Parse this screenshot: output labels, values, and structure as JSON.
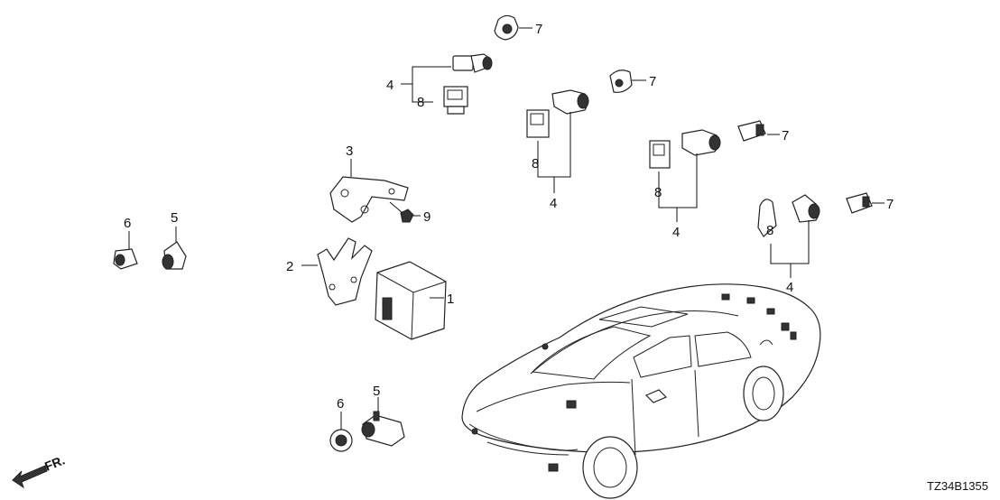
{
  "diagram": {
    "code": "TZ34B1355",
    "direction_label": "FR.",
    "callouts": {
      "c1": "1",
      "c2": "2",
      "c3": "3",
      "c9": "9",
      "c5a": "5",
      "c6a": "6",
      "c5b": "5",
      "c6b": "6",
      "c7a": "7",
      "c7b": "7",
      "c7c": "7",
      "c7d": "7",
      "c4a": "4",
      "c8a": "8",
      "c4b": "4",
      "c8b": "8",
      "c4c": "4",
      "c8c": "8",
      "c4d": "4",
      "c8d": "8"
    }
  }
}
